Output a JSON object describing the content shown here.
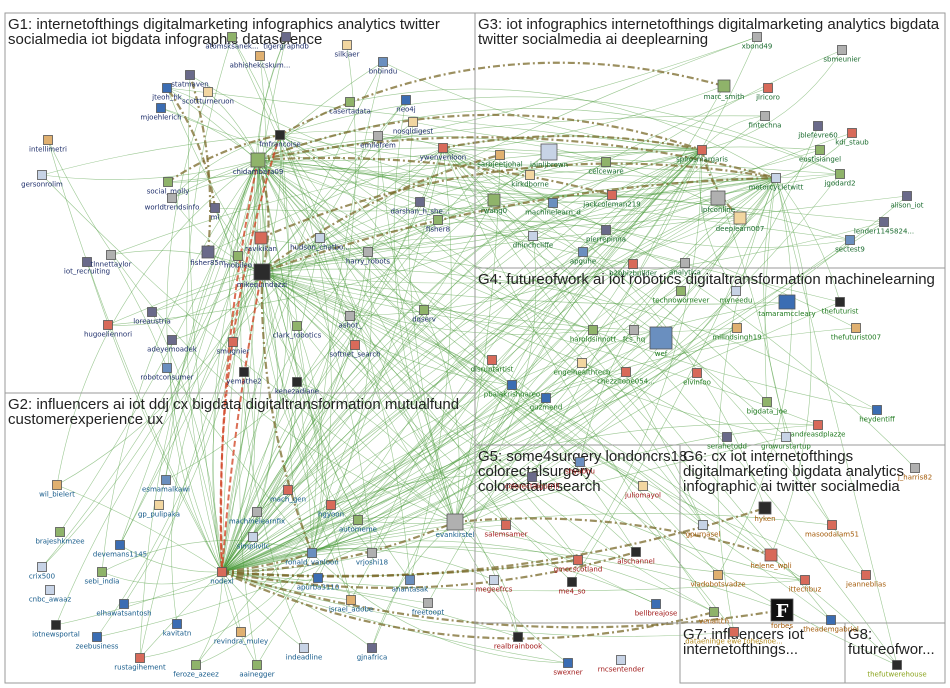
{
  "colors": {
    "g1": "#1f2f6b",
    "g2": "#155a8a",
    "g3": "#1a6b2e",
    "g4": "#1f7a1f",
    "g5": "#a01818",
    "g6": "#a35a08",
    "g7": "#b58a1c",
    "g8": "#8aa31c",
    "edge": "#4a9a3a",
    "edge_strong": "#7a6a2a",
    "edge_red": "#d24a2a"
  },
  "groups": [
    {
      "id": "g1",
      "title_lines": [
        "G1: internetofthings digitalmarketing infographics analytics twitter",
        "socialmedia iot bigdata infographic datascience"
      ]
    },
    {
      "id": "g2",
      "title_lines": [
        "G2: influencers ai iot ddj cx bigdata digitaltransformation mutualfund",
        "customerexperience ux"
      ]
    },
    {
      "id": "g3",
      "title_lines": [
        "G3: iot infographics internetofthings digitalmarketing analytics bigdata",
        "twitter socialmedia ai deeplearning"
      ]
    },
    {
      "id": "g4",
      "title_lines": [
        "G4: futureofwork ai iot robotics digitaltransformation machinelearning"
      ]
    },
    {
      "id": "g5",
      "title_lines": [
        "G5: some4surgery londoncrs18",
        "colorectalsurgery",
        "colorectalresearch"
      ]
    },
    {
      "id": "g6",
      "title_lines": [
        "G6: cx iot internetofthings",
        "digitalmarketing bigdata analytics",
        "infographic ai twitter socialmedia"
      ]
    },
    {
      "id": "g7",
      "title_lines": [
        "G7: influencers iot",
        "internetofthings..."
      ]
    },
    {
      "id": "g8",
      "title_lines": [
        "G8:",
        "futureofwor..."
      ]
    }
  ],
  "nodes": [
    {
      "id": "atomsksanek",
      "g": "g1",
      "label": "atomsksanek..."
    },
    {
      "id": "tigergraphdb",
      "g": "g1",
      "label": "tigergraphdb"
    },
    {
      "id": "silkjaer",
      "g": "g1",
      "label": "silkjaer"
    },
    {
      "id": "abhishekcskum",
      "g": "g1",
      "label": "abhishekcskum..."
    },
    {
      "id": "bnbindu",
      "g": "g1",
      "label": "bnbindu"
    },
    {
      "id": "statmaven",
      "g": "g1",
      "label": "statmaven"
    },
    {
      "id": "jteoh_hk",
      "g": "g1",
      "label": "jteoh_hk"
    },
    {
      "id": "scottturneruon",
      "g": "g1",
      "label": "scottturneruon"
    },
    {
      "id": "mjoehlerich",
      "g": "g1",
      "label": "mjoehlerich"
    },
    {
      "id": "casertadata",
      "g": "g1",
      "label": "casertadata"
    },
    {
      "id": "neo4j",
      "g": "g1",
      "label": "neo4j"
    },
    {
      "id": "nosqldigest",
      "g": "g1",
      "label": "nosqldigest"
    },
    {
      "id": "emilefrem",
      "g": "g1",
      "label": "emilefrem"
    },
    {
      "id": "fmfrancoise",
      "g": "g1",
      "label": "fmfrancoise"
    },
    {
      "id": "chidambara09",
      "g": "g1",
      "label": "chidambara09"
    },
    {
      "id": "ywenvenloon",
      "g": "g1",
      "label": "ywenvenloon"
    },
    {
      "id": "intellimetri",
      "g": "g1",
      "label": "intellimetri"
    },
    {
      "id": "gersonrolim",
      "g": "g1",
      "label": "gersonrolim"
    },
    {
      "id": "social_molly",
      "g": "g1",
      "label": "social_molly"
    },
    {
      "id": "worldtrendsinfo",
      "g": "g1",
      "label": "worldtrendsinfo"
    },
    {
      "id": "ml",
      "g": "g1",
      "label": "ml"
    },
    {
      "id": "ravikikan",
      "g": "g1",
      "label": "ravikikan"
    },
    {
      "id": "hudson_chatbo",
      "g": "g1",
      "label": "hudson_chatbo..."
    },
    {
      "id": "darshan_h_she",
      "g": "g1",
      "label": "darshan_h_she..."
    },
    {
      "id": "fisher8",
      "g": "g1",
      "label": "fisher8"
    },
    {
      "id": "harry_robots",
      "g": "g1",
      "label": "harry_robots"
    },
    {
      "id": "fisher85m",
      "g": "g1",
      "label": "fisher85m"
    },
    {
      "id": "mobileo",
      "g": "g1",
      "label": "mobileo"
    },
    {
      "id": "mikequindazzi",
      "g": "g1",
      "label": "mikequindazzi"
    },
    {
      "id": "iot_recruiting",
      "g": "g1",
      "label": "iot_recruiting"
    },
    {
      "id": "tlnnettaylor",
      "g": "g1",
      "label": "tlnnettaylor"
    },
    {
      "id": "loreaustria",
      "g": "g1",
      "label": "loreaustria"
    },
    {
      "id": "hugoeliennori",
      "g": "g1",
      "label": "hugoeliennori"
    },
    {
      "id": "dqserv",
      "g": "g1",
      "label": "dqserv"
    },
    {
      "id": "ashot_",
      "g": "g1",
      "label": "ashot_"
    },
    {
      "id": "clark_robotics",
      "g": "g1",
      "label": "clark_robotics"
    },
    {
      "id": "softnet_search",
      "g": "g1",
      "label": "softnet_search"
    },
    {
      "id": "adeyemoadek",
      "g": "g1",
      "label": "adeyemoadek"
    },
    {
      "id": "smugnier",
      "g": "g1",
      "label": "smugnier"
    },
    {
      "id": "robotconsumer",
      "g": "g1",
      "label": "robotconsumer"
    },
    {
      "id": "yemathe2",
      "g": "g1",
      "label": "yemathe2"
    },
    {
      "id": "kenezadiane",
      "g": "g1",
      "label": "kenezadiane"
    },
    {
      "id": "xbond49",
      "g": "g3",
      "label": "xbond49"
    },
    {
      "id": "sbmeunier",
      "g": "g3",
      "label": "sbmeunier"
    },
    {
      "id": "marc_smith",
      "g": "g3",
      "label": "marc_smith"
    },
    {
      "id": "jlricoro",
      "g": "g3",
      "label": "jlricoro"
    },
    {
      "id": "fintechna",
      "g": "g3",
      "label": "fintechna"
    },
    {
      "id": "jblefevre60",
      "g": "g3",
      "label": "jblefevre60"
    },
    {
      "id": "kdi_staub",
      "g": "g3",
      "label": "kdi_staub"
    },
    {
      "id": "spirosmargaris",
      "g": "g3",
      "label": "spirosmargaris"
    },
    {
      "id": "eustisiangel",
      "g": "g3",
      "label": "eustisiangel"
    },
    {
      "id": "jgodard2",
      "g": "g3",
      "label": "jgodard2"
    },
    {
      "id": "sarbjeetjohal",
      "g": "g3",
      "label": "sarbjeetjohal"
    },
    {
      "id": "iainljbrown",
      "g": "g3",
      "label": "iainljbrown"
    },
    {
      "id": "kirkdborne",
      "g": "g3",
      "label": "kirkdborne"
    },
    {
      "id": "celceware",
      "g": "g3",
      "label": "celceware"
    },
    {
      "id": "motorcycletwitt",
      "g": "g3",
      "label": "motorcycletwitt"
    },
    {
      "id": "rwang0",
      "g": "g3",
      "label": "rwang0"
    },
    {
      "id": "machinelearn_d",
      "g": "g3",
      "label": "machinelearn_d"
    },
    {
      "id": "jackcoleman219",
      "g": "g3",
      "label": "jackcoleman219"
    },
    {
      "id": "lpfconline",
      "g": "g3",
      "label": "lpfconline"
    },
    {
      "id": "deeplearn007",
      "g": "g3",
      "label": "deeplearn007"
    },
    {
      "id": "alison_iot",
      "g": "g3",
      "label": "alison_iot"
    },
    {
      "id": "lender1145824",
      "g": "g3",
      "label": "lender1145824..."
    },
    {
      "id": "dhinchcliffe",
      "g": "g3",
      "label": "dhinchcliffe"
    },
    {
      "id": "pierrepinna",
      "g": "g3",
      "label": "pierrepinna"
    },
    {
      "id": "apguhe",
      "g": "g3",
      "label": "apguhe"
    },
    {
      "id": "b2bbizbuilder",
      "g": "g3",
      "label": "b2bbizbuilder"
    },
    {
      "id": "analytica",
      "g": "g3",
      "label": "analytica"
    },
    {
      "id": "sectest9",
      "g": "g3",
      "label": "sectest9"
    },
    {
      "id": "technowornever",
      "g": "g4",
      "label": "technowornever"
    },
    {
      "id": "myneedu",
      "g": "g4",
      "label": "myneedu"
    },
    {
      "id": "tamaramccleary",
      "g": "g4",
      "label": "tamaramccleary"
    },
    {
      "id": "thefuturist",
      "g": "g4",
      "label": "thefuturist"
    },
    {
      "id": "haroldsinnott",
      "g": "g4",
      "label": "haroldsinnott"
    },
    {
      "id": "fcs_hq",
      "g": "g4",
      "label": "fcs_hq"
    },
    {
      "id": "wef",
      "g": "g4",
      "label": "wef"
    },
    {
      "id": "milindsingh19",
      "g": "g4",
      "label": "milindsingh19"
    },
    {
      "id": "thefuturist007",
      "g": "g4",
      "label": "thefuturist007"
    },
    {
      "id": "disruptartist",
      "g": "g4",
      "label": "disruptartist"
    },
    {
      "id": "engelhealthtech",
      "g": "g4",
      "label": "engelhealthtech"
    },
    {
      "id": "chezzitone054",
      "g": "g4",
      "label": "chezzitone054..."
    },
    {
      "id": "elvinfoo",
      "g": "g4",
      "label": "elvinfoo"
    },
    {
      "id": "pbalakrishnareo",
      "g": "g4",
      "label": "pbalakrishnareo"
    },
    {
      "id": "guzmend",
      "g": "g4",
      "label": "guzmend"
    },
    {
      "id": "bigdata_joe",
      "g": "g4",
      "label": "bigdata_joe"
    },
    {
      "id": "heydentiff",
      "g": "g4",
      "label": "heydentiff"
    },
    {
      "id": "andreasdplazze",
      "g": "g4",
      "label": "andreasdplazze"
    },
    {
      "id": "serahetodd",
      "g": "g4",
      "label": "serahetodd"
    },
    {
      "id": "growurstartup",
      "g": "g4",
      "label": "growurstartup"
    },
    {
      "id": "esmamalkawi",
      "g": "g2",
      "label": "esmamalkawi"
    },
    {
      "id": "gp_pulipaka",
      "g": "g2",
      "label": "gp_pulipaka"
    },
    {
      "id": "wil_bielert",
      "g": "g2",
      "label": "wil_bielert"
    },
    {
      "id": "mach_gen",
      "g": "g2",
      "label": "mach_gen"
    },
    {
      "id": "machinelearnfix",
      "g": "g2",
      "label": "machinelearnfix"
    },
    {
      "id": "hgyoon",
      "g": "g2",
      "label": "hgyoon"
    },
    {
      "id": "automeme",
      "g": "g2",
      "label": "automeme"
    },
    {
      "id": "evankirstel",
      "g": "g2",
      "label": "evankirstel"
    },
    {
      "id": "brajeshkmzee",
      "g": "g2",
      "label": "brajeshkmzee"
    },
    {
      "id": "devemans1145",
      "g": "g2",
      "label": "devemans1145"
    },
    {
      "id": "simplivllc",
      "g": "g2",
      "label": "simplivllc"
    },
    {
      "id": "ronald_vanloon",
      "g": "g2",
      "label": "ronald_vanloon"
    },
    {
      "id": "vrjoshi18",
      "g": "g2",
      "label": "vrjoshi18"
    },
    {
      "id": "crix500",
      "g": "g2",
      "label": "crix500"
    },
    {
      "id": "sebi_india",
      "g": "g2",
      "label": "sebi_india"
    },
    {
      "id": "nodexl",
      "g": "g2",
      "label": "nodexl"
    },
    {
      "id": "apurba3110",
      "g": "g2",
      "label": "apurba3110"
    },
    {
      "id": "cnbc_awaaz",
      "g": "g2",
      "label": "cnbc_awaaz"
    },
    {
      "id": "elhawatsantosh",
      "g": "g2",
      "label": "elhawatsantosh"
    },
    {
      "id": "israel_adobe",
      "g": "g2",
      "label": "israel_adobe"
    },
    {
      "id": "anantasak",
      "g": "g2",
      "label": "anantasak"
    },
    {
      "id": "freetoopt",
      "g": "g2",
      "label": "freetoopt"
    },
    {
      "id": "iotnewsportal",
      "g": "g2",
      "label": "iotnewsportal"
    },
    {
      "id": "kavitatn",
      "g": "g2",
      "label": "kavitatn"
    },
    {
      "id": "zeebusiness",
      "g": "g2",
      "label": "zeebusiness"
    },
    {
      "id": "revindra_muley",
      "g": "g2",
      "label": "revindra_muley"
    },
    {
      "id": "indeadline",
      "g": "g2",
      "label": "indeadline"
    },
    {
      "id": "gjnafrica",
      "g": "g2",
      "label": "gjnafrica"
    },
    {
      "id": "rustagihement",
      "g": "g2",
      "label": "rustagihement"
    },
    {
      "id": "feroze_azeez",
      "g": "g2",
      "label": "feroze_azeez"
    },
    {
      "id": "aainegger",
      "g": "g2",
      "label": "aainegger"
    },
    {
      "id": "shyabhu",
      "g": "g5",
      "label": "shyabhu"
    },
    {
      "id": "colorectalgutrill",
      "g": "g5",
      "label": "colorectalgutrill"
    },
    {
      "id": "juliomayol",
      "g": "g5",
      "label": "juliomayol"
    },
    {
      "id": "salemsamer",
      "g": "g5",
      "label": "salemsamer"
    },
    {
      "id": "gmccscotland",
      "g": "g5",
      "label": "gmccscotland"
    },
    {
      "id": "alschannel",
      "g": "g5",
      "label": "alschannel"
    },
    {
      "id": "megeefrcs",
      "g": "g5",
      "label": "megeefrcs"
    },
    {
      "id": "me4_so",
      "g": "g5",
      "label": "me4_so"
    },
    {
      "id": "bellbreajose",
      "g": "g5",
      "label": "bellbreajose"
    },
    {
      "id": "realbrainbook",
      "g": "g5",
      "label": "realbrainbook"
    },
    {
      "id": "swexner",
      "g": "g5",
      "label": "swexner"
    },
    {
      "id": "rncsentender",
      "g": "g5",
      "label": "rncsentender"
    },
    {
      "id": "j_harris82",
      "g": "g6",
      "label": "j_harris82"
    },
    {
      "id": "hyken",
      "g": "g6",
      "label": "hyken"
    },
    {
      "id": "gpurnasel",
      "g": "g6",
      "label": "gpurnasel"
    },
    {
      "id": "masoodalam51",
      "g": "g6",
      "label": "masoodalam51"
    },
    {
      "id": "helene_wpli",
      "g": "g6",
      "label": "helene_wpli"
    },
    {
      "id": "vladobotsvadze",
      "g": "g6",
      "label": "vladobotsvadze"
    },
    {
      "id": "ittechbuz",
      "g": "g6",
      "label": "ittechbuz"
    },
    {
      "id": "jeanneblias",
      "g": "g6",
      "label": "jeanneblias"
    },
    {
      "id": "venaltch",
      "g": "g6",
      "label": "venaltch"
    },
    {
      "id": "forbes",
      "g": "g6",
      "label": "forbes"
    },
    {
      "id": "theademgabriel",
      "g": "g6",
      "label": "theademgabriel"
    },
    {
      "id": "g7node",
      "g": "g7",
      "label": "dataeninge ewe tohesnoe..."
    },
    {
      "id": "thefutwerehouse",
      "g": "g8",
      "label": "thefutwerehouse"
    }
  ]
}
